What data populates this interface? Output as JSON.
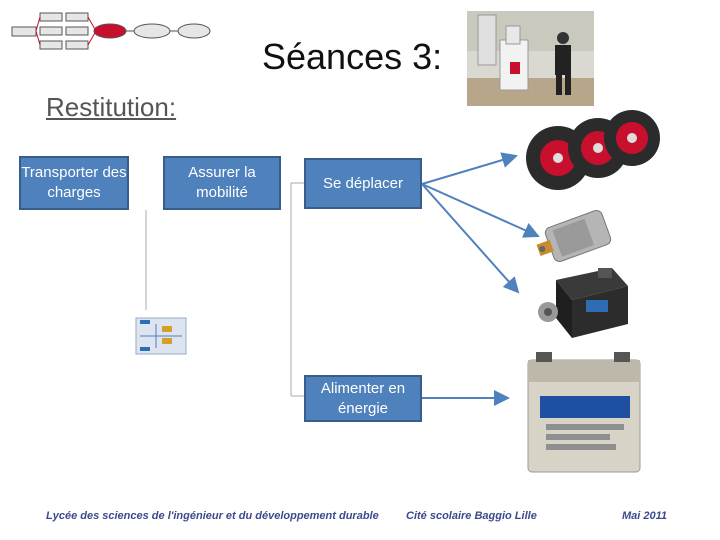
{
  "slide": {
    "title": "Séances 3:",
    "subtitle": "Restitution:"
  },
  "functions": [
    {
      "label": "Transporter des charges"
    },
    {
      "label": "Assurer la mobilité"
    },
    {
      "label": "Se déplacer"
    },
    {
      "label": "Alimenter en énergie"
    }
  ],
  "footer": {
    "left": "Lycée des sciences de l'ingénieur et du développement durable",
    "center": "Cité scolaire Baggio Lille",
    "right": "Mai 2011"
  },
  "colors": {
    "box_fill": "#4f81bd",
    "box_border": "#385d8a",
    "arrow": "#4f81bd",
    "footer_text": "#3c4a8c"
  }
}
